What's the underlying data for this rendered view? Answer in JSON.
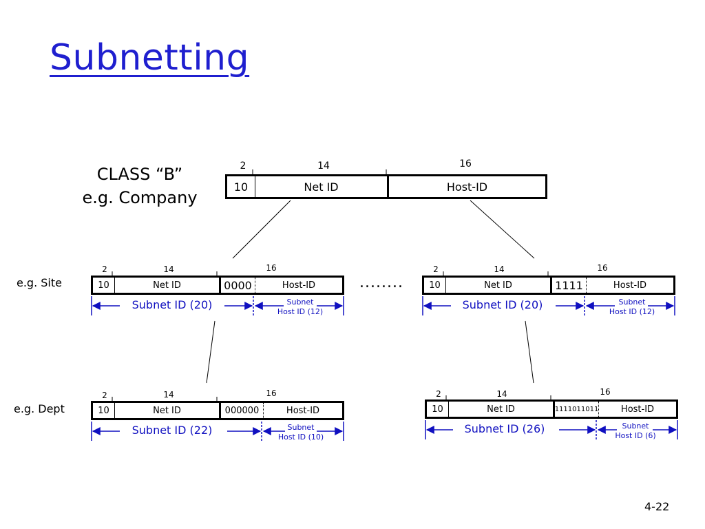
{
  "title": "Subnetting",
  "class_label": "CLASS “B”",
  "class_example": "e.g. Company",
  "top_block": {
    "bits": {
      "a": "2",
      "b": "14",
      "c": "16"
    },
    "cells": {
      "prefix": "10",
      "net": "Net ID",
      "host": "Host-ID"
    }
  },
  "site_label": "e.g. Site",
  "dept_label": "e.g. Dept",
  "ellipsis": "........",
  "site_left": {
    "bits": {
      "a": "2",
      "b": "14",
      "c": "16"
    },
    "cells": {
      "prefix": "10",
      "net": "Net ID",
      "subnet": "0000",
      "host": "Host-ID"
    },
    "subnet_id": "Subnet ID (20)",
    "subnet_host_1": "Subnet",
    "subnet_host_2": "Host ID (12)"
  },
  "site_right": {
    "bits": {
      "a": "2",
      "b": "14",
      "c": "16"
    },
    "cells": {
      "prefix": "10",
      "net": "Net ID",
      "subnet": "1111",
      "host": "Host-ID"
    },
    "subnet_id": "Subnet ID (20)",
    "subnet_host_1": "Subnet",
    "subnet_host_2": "Host ID (12)"
  },
  "dept_left": {
    "bits": {
      "a": "2",
      "b": "14",
      "c": "16"
    },
    "cells": {
      "prefix": "10",
      "net": "Net ID",
      "subnet": "000000",
      "host": "Host-ID"
    },
    "subnet_id": "Subnet ID (22)",
    "subnet_host_1": "Subnet",
    "subnet_host_2": "Host ID (10)"
  },
  "dept_right": {
    "bits": {
      "a": "2",
      "b": "14",
      "c": "16"
    },
    "cells": {
      "prefix": "10",
      "net": "Net ID",
      "subnet": "1111011011",
      "host": "Host-ID"
    },
    "subnet_id": "Subnet ID (26)",
    "subnet_host_1": "Subnet",
    "subnet_host_2": "Host ID (6)"
  },
  "page_number": "4-22",
  "colors": {
    "title": "#1f1fcf",
    "arrows": "#1010c0"
  }
}
